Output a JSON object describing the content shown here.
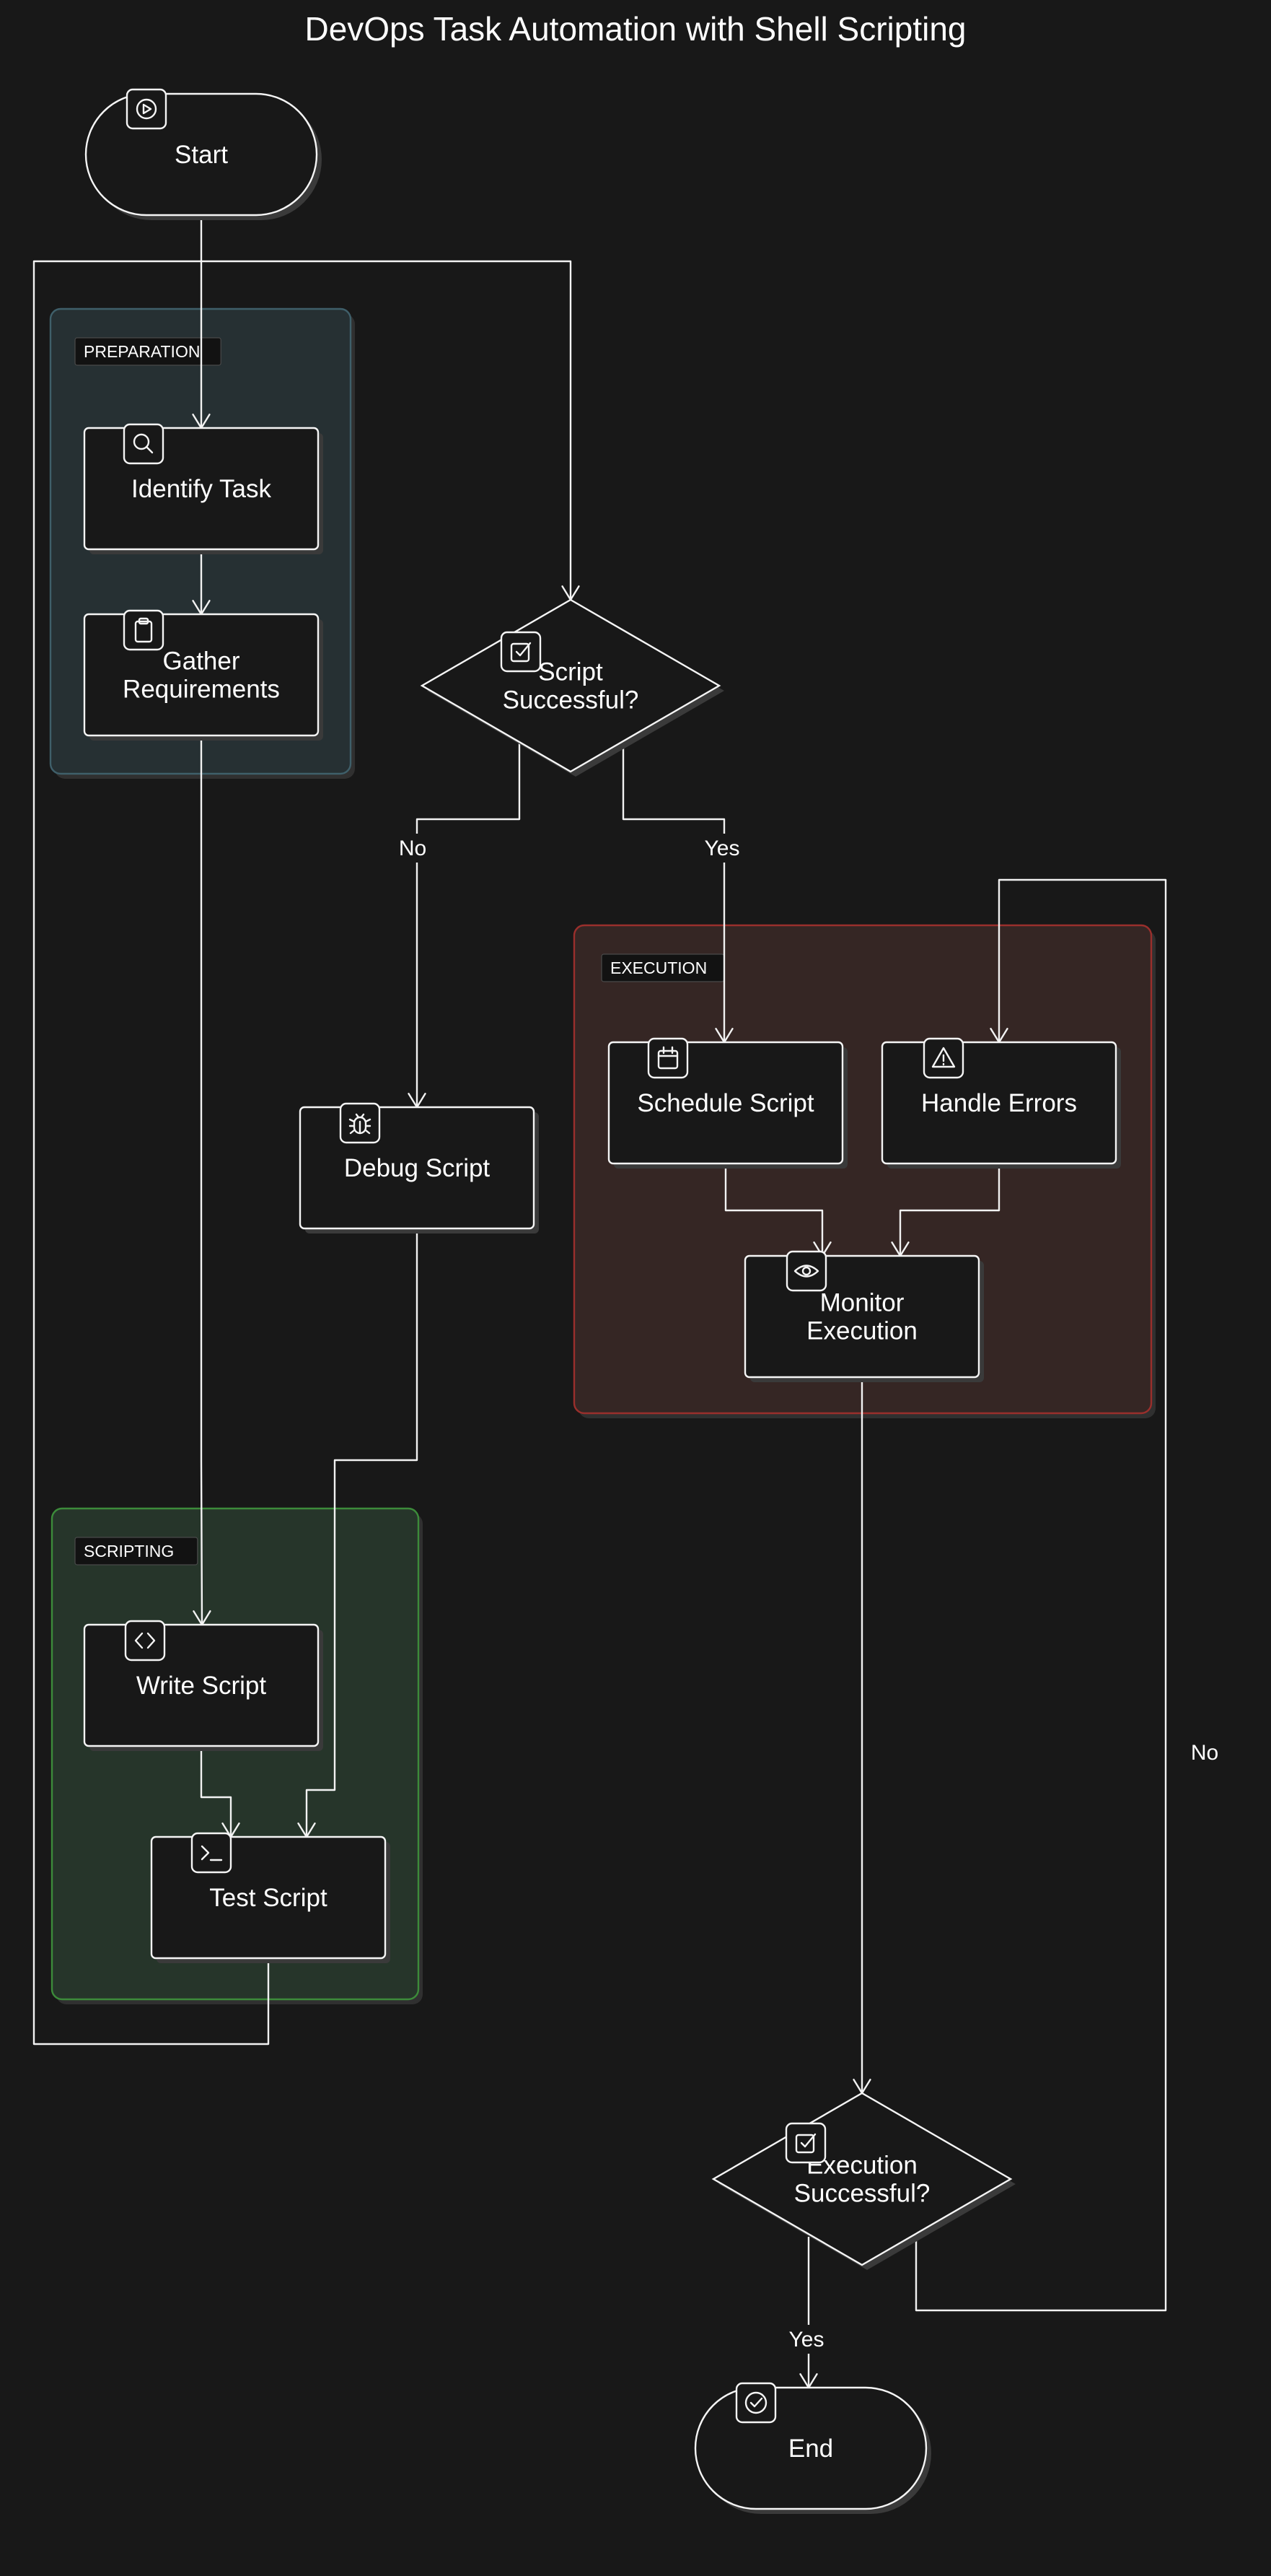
{
  "diagram": {
    "title": "DevOps Task Automation with Shell Scripting",
    "groups": [
      {
        "id": "preparation",
        "label": "PREPARATION",
        "fill": "#263033",
        "stroke": "#3f5f6a"
      },
      {
        "id": "execution",
        "label": "EXECUTION",
        "fill": "#352624",
        "stroke": "#9a2f2c"
      },
      {
        "id": "scripting",
        "label": "SCRIPTING",
        "fill": "#26352a",
        "stroke": "#3c8b3a"
      }
    ],
    "nodes": [
      {
        "id": "start",
        "label": "Start",
        "shape": "terminal",
        "icon": "play-icon"
      },
      {
        "id": "identify",
        "label": "Identify Task",
        "shape": "process",
        "icon": "search-icon"
      },
      {
        "id": "gather",
        "label": "Gather\nRequirements",
        "shape": "process",
        "icon": "clipboard-icon"
      },
      {
        "id": "script_ok",
        "label": "Script\nSuccessful?",
        "shape": "decision",
        "icon": "check-square-icon"
      },
      {
        "id": "debug",
        "label": "Debug Script",
        "shape": "process",
        "icon": "bug-icon"
      },
      {
        "id": "schedule",
        "label": "Schedule Script",
        "shape": "process",
        "icon": "calendar-icon"
      },
      {
        "id": "handle",
        "label": "Handle Errors",
        "shape": "process",
        "icon": "warning-icon"
      },
      {
        "id": "monitor",
        "label": "Monitor\nExecution",
        "shape": "process",
        "icon": "eye-icon"
      },
      {
        "id": "write",
        "label": "Write Script",
        "shape": "process",
        "icon": "code-icon"
      },
      {
        "id": "test",
        "label": "Test Script",
        "shape": "process",
        "icon": "terminal-icon"
      },
      {
        "id": "exec_ok",
        "label": "Execution\nSuccessful?",
        "shape": "decision",
        "icon": "check-square-icon"
      },
      {
        "id": "end",
        "label": "End",
        "shape": "terminal",
        "icon": "check-circle-icon"
      }
    ],
    "edges": [
      {
        "id": "start-identify",
        "from": "start",
        "to": "identify",
        "label": ""
      },
      {
        "id": "identify-gather",
        "from": "identify",
        "to": "gather",
        "label": ""
      },
      {
        "id": "gather-write",
        "from": "gather",
        "to": "write",
        "label": ""
      },
      {
        "id": "write-test",
        "from": "write",
        "to": "test",
        "label": ""
      },
      {
        "id": "test-scriptok",
        "from": "test",
        "to": "script_ok",
        "label": ""
      },
      {
        "id": "scriptok-debug",
        "from": "script_ok",
        "to": "debug",
        "label": "No"
      },
      {
        "id": "scriptok-schedule",
        "from": "script_ok",
        "to": "schedule",
        "label": "Yes"
      },
      {
        "id": "debug-test",
        "from": "debug",
        "to": "test",
        "label": ""
      },
      {
        "id": "schedule-monitor",
        "from": "schedule",
        "to": "monitor",
        "label": ""
      },
      {
        "id": "handle-monitor",
        "from": "handle",
        "to": "monitor",
        "label": ""
      },
      {
        "id": "monitor-execok",
        "from": "monitor",
        "to": "exec_ok",
        "label": ""
      },
      {
        "id": "execok-end",
        "from": "exec_ok",
        "to": "end",
        "label": "Yes"
      },
      {
        "id": "execok-handle",
        "from": "exec_ok",
        "to": "handle",
        "label": "No"
      }
    ]
  }
}
